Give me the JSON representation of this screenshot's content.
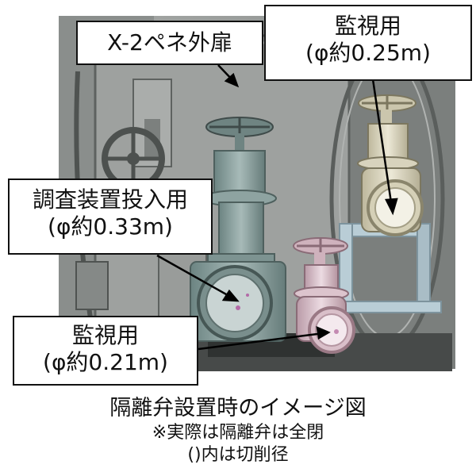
{
  "labels": {
    "x2_door": "X-2ペネ外扉",
    "monitor_upper": {
      "line1": "監視用",
      "line2": "(φ約0.25m)"
    },
    "investigation": {
      "line1": "調査装置投入用",
      "line2": "(φ約0.33m)"
    },
    "monitor_lower": {
      "line1": "監視用",
      "line2": "(φ約0.21m)"
    }
  },
  "caption": {
    "title": "隔離弁設置時のイメージ図",
    "note1": "※実際は隔離弁は全閉",
    "note2": "()内は切削径"
  },
  "colors": {
    "background_wall": "#8e9290",
    "door": "#9a9d9b",
    "valve_teal": "#7f9694",
    "valve_pink": "#d6bcc6",
    "valve_beige": "#d8d3bd",
    "frame_blue": "#b9cdd6",
    "callout_border": "#111111"
  }
}
